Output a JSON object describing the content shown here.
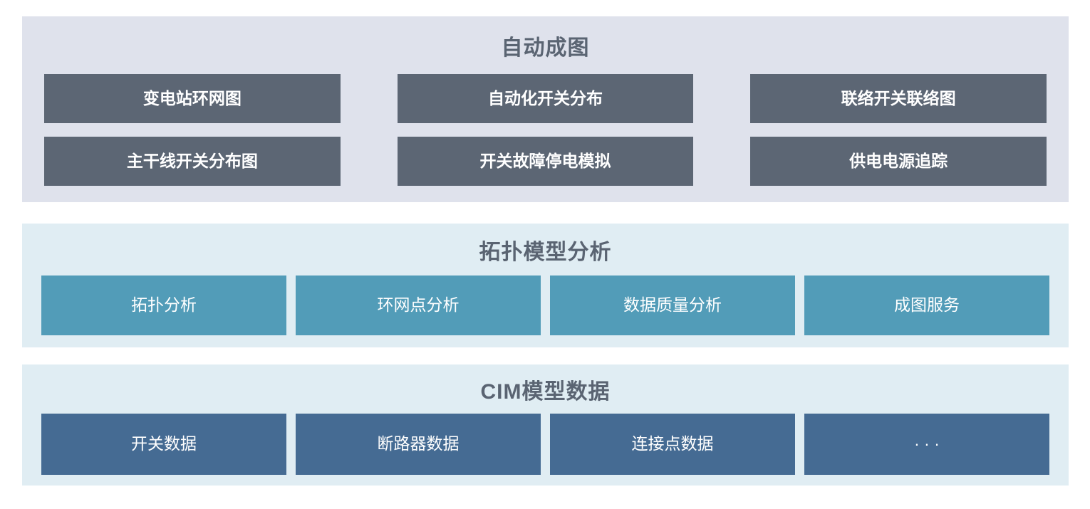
{
  "page": {
    "background": "#ffffff",
    "title_color": "#5a6472"
  },
  "sections": [
    {
      "id": "auto-drawing",
      "title": "自动成图",
      "background": "#dfe2ec",
      "box_color": "#5c6674",
      "box_text_color": "#ffffff",
      "items": [
        "变电站环网图",
        "自动化开关分布",
        "联络开关联络图",
        "主干线开关分布图",
        "开关故障停电模拟",
        "供电电源追踪"
      ]
    },
    {
      "id": "topology-model-analysis",
      "title": "拓扑模型分析",
      "background": "#e0edf3",
      "box_color": "#529cb8",
      "box_text_color": "#ffffff",
      "items": [
        "拓扑分析",
        "环网点分析",
        "数据质量分析",
        "成图服务"
      ]
    },
    {
      "id": "cim-model-data",
      "title": "CIM模型数据",
      "background": "#e0edf3",
      "box_color": "#456b93",
      "box_text_color": "#ffffff",
      "items": [
        "开关数据",
        "断路器数据",
        "连接点数据",
        "· · ·"
      ]
    }
  ]
}
